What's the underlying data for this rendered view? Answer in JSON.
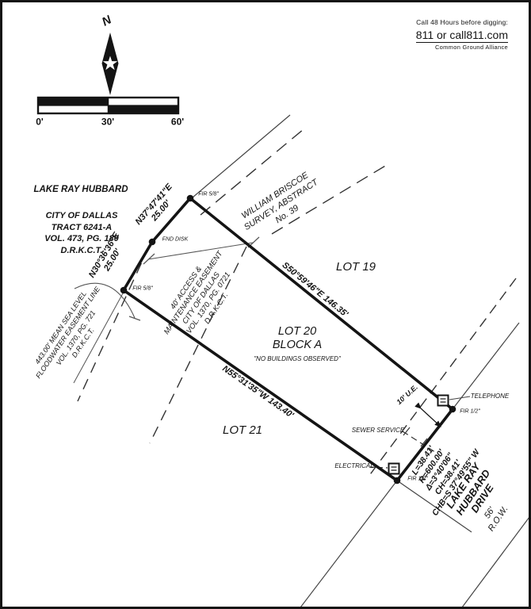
{
  "utility_notice": {
    "line1": "Call 48 Hours before digging:",
    "line2": "811 or call811.com",
    "line3": "Common Ground Alliance"
  },
  "compass": {
    "north_label": "N"
  },
  "scale_bar": {
    "tick0": "0'",
    "tick30": "30'",
    "tick60": "60'"
  },
  "areas": {
    "lake_ray_hubbard": "LAKE RAY HUBBARD",
    "city_tract": "CITY OF DALLAS\nTRACT 6241-A\nVOL. 473, PG. 180\nD.R.K.C.T.",
    "william_briscoe": "WILLIAM BRISCOE\nSURVEY, ABSTRACT\nNo. 39",
    "lot19": "LOT 19",
    "lot20": "LOT 20\nBLOCK A",
    "no_buildings": "\"NO BUILDINGS OBSERVED\"",
    "lot21": "LOT 21"
  },
  "bearings": {
    "north_segment": "N37°47'41\"E\n25.00'",
    "west_segment": "N30°36'36\"E\n25.00'",
    "northeast_line": "S50°59'46\"E  146.35'",
    "southwest_line": "N55°31'35\"W  143.40'"
  },
  "easements": {
    "access": "40' ACCESS &\nMAINTENANCE EASEMENT\nCITY OF DALLAS\nVOL. 1370, PG. 0721\nD.R.K.C.T.",
    "floodwater": "443.00' MEAN SEA LEVEL\nFLOODWATER EASEMENT LINE\nVOL. 1370, PG. 721\nD.R.K.C.T.",
    "utility": "10' U.E."
  },
  "monuments": {
    "fir58_north": "FIR 5/8\"",
    "fnd_disk": "FND DISK",
    "fir58_west": "FIR 5/8\"",
    "fir12_east": "FIR 1/2\"",
    "fir12_south": "FIR 1/2\""
  },
  "utilities": {
    "telephone": "TELEPHONE",
    "sewer": "SEWER SERVICE",
    "electrical": "ELECTRICAL"
  },
  "curve": {
    "data": "L=38.41'\nR=600.00'\nΔ=3°40'06\"\nCH=38.41'\nCHB=S 37°49'55\" W"
  },
  "street": {
    "name": "LAKE RAY\nHUBBARD DRIVE",
    "row": "56' R.O.W."
  },
  "colors": {
    "ink": "#141414",
    "paper": "#ffffff"
  }
}
